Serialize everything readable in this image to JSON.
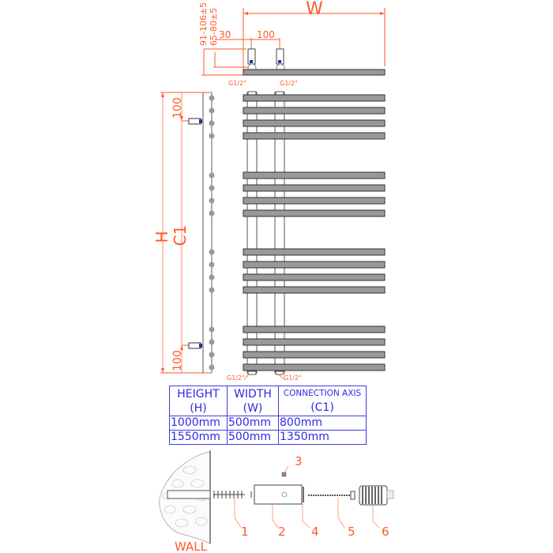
{
  "top_view": {
    "width_label": "W",
    "dim_91_106": "91-106±5",
    "dim_65_80": "65-80±5",
    "dim_30": "30",
    "dim_100": "100",
    "thread_left": "G1/2\"",
    "thread_right": "G1/2\""
  },
  "side_view": {
    "height_label": "H",
    "connection_axis_label": "C1",
    "top_offset": "100",
    "bottom_offset": "100"
  },
  "front_view": {
    "thread_bottom_left": "G1/2\"",
    "thread_bottom_right": "G1/2\"",
    "bar_groups": 4,
    "bars_per_group": 4
  },
  "spec_table": {
    "headers": [
      {
        "line1": "HEIGHT",
        "line2": "(H)"
      },
      {
        "line1": "WIDTH",
        "line2": "(W)"
      },
      {
        "line1": "CONNECTION AXIS",
        "line2": "(C1)"
      }
    ],
    "rows": [
      {
        "height": "1000mm",
        "width": "500mm",
        "axis": "800mm"
      },
      {
        "height": "1550mm",
        "width": "500mm",
        "axis": "1350mm"
      }
    ]
  },
  "mounting": {
    "wall_label": "WALL",
    "parts": [
      "1",
      "2",
      "3",
      "4",
      "5",
      "6"
    ]
  },
  "colors": {
    "dimension": "#ff5a2a",
    "bar_fill": "#999999",
    "bar_stroke": "#333333",
    "table_text": "#2a2ae8"
  }
}
